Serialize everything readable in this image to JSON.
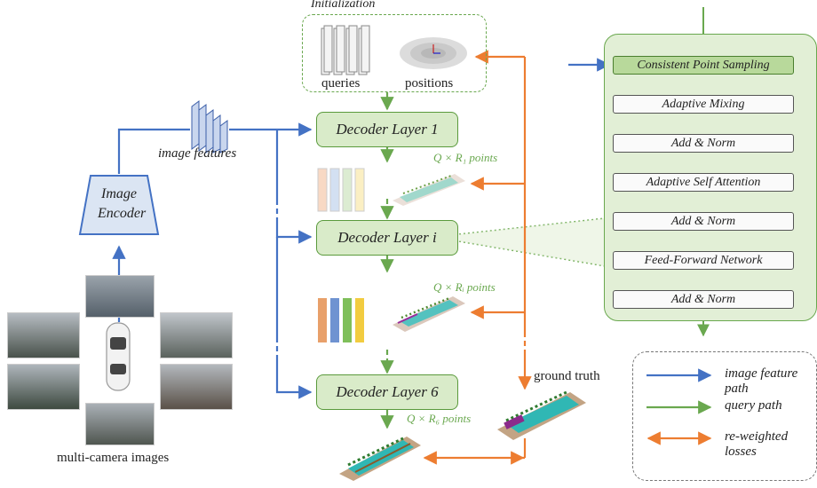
{
  "init": {
    "title": "Initialization",
    "queries_label": "queries",
    "positions_label": "positions"
  },
  "decoders": {
    "layer1": "Decoder Layer 1",
    "layeri": "Decoder Layer i",
    "layer6": "Decoder Layer 6"
  },
  "points_labels": {
    "r1": "Q × R₁ points",
    "ri": "Q × Rᵢ points",
    "r6": "Q × R₆ points"
  },
  "encoder": {
    "line1": "Image",
    "line2": "Encoder"
  },
  "image_features_label": "image features",
  "cameras_label": "multi-camera images",
  "ground_truth_label": "ground truth",
  "layer_detail": {
    "blocks": [
      "Consistent Point Sampling",
      "Adaptive Mixing",
      "Add & Norm",
      "Adaptive Self Attention",
      "Add & Norm",
      "Feed-Forward Network",
      "Add & Norm"
    ]
  },
  "legend": [
    {
      "label": "image feature path",
      "color": "#4472c4"
    },
    {
      "label": "query path",
      "color": "#6aa84f"
    },
    {
      "label": "re-weighted losses",
      "color": "#ed7d31"
    }
  ],
  "colors": {
    "blue": "#4472c4",
    "green": "#6aa84f",
    "orange": "#ed7d31"
  }
}
